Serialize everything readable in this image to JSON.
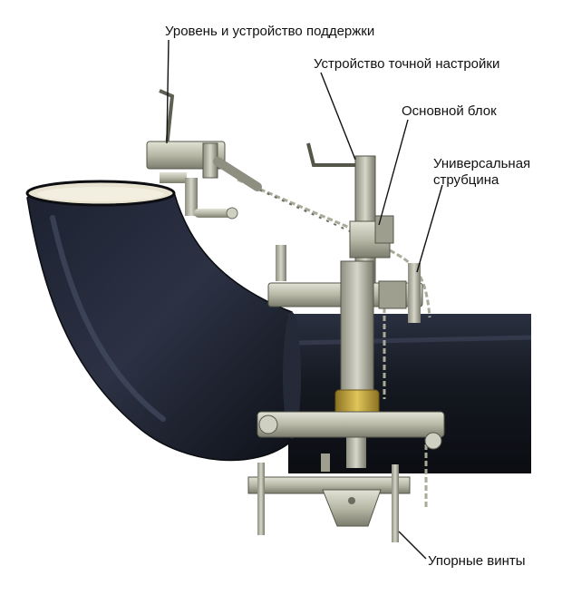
{
  "figure": {
    "labels": {
      "level_support": "Уровень и устройство поддержки",
      "fine_adjust": "Устройство точной настройки",
      "main_block": "Основной блок",
      "universal_clamp_line1": "Универсальная",
      "universal_clamp_line2": "струбцина",
      "stop_screws": "Упорные винты"
    },
    "colors": {
      "pipe": "#141820",
      "metal": "#b7b8a6",
      "brass": "#c7a83a",
      "background": "#ffffff",
      "leader": "#111111"
    }
  }
}
